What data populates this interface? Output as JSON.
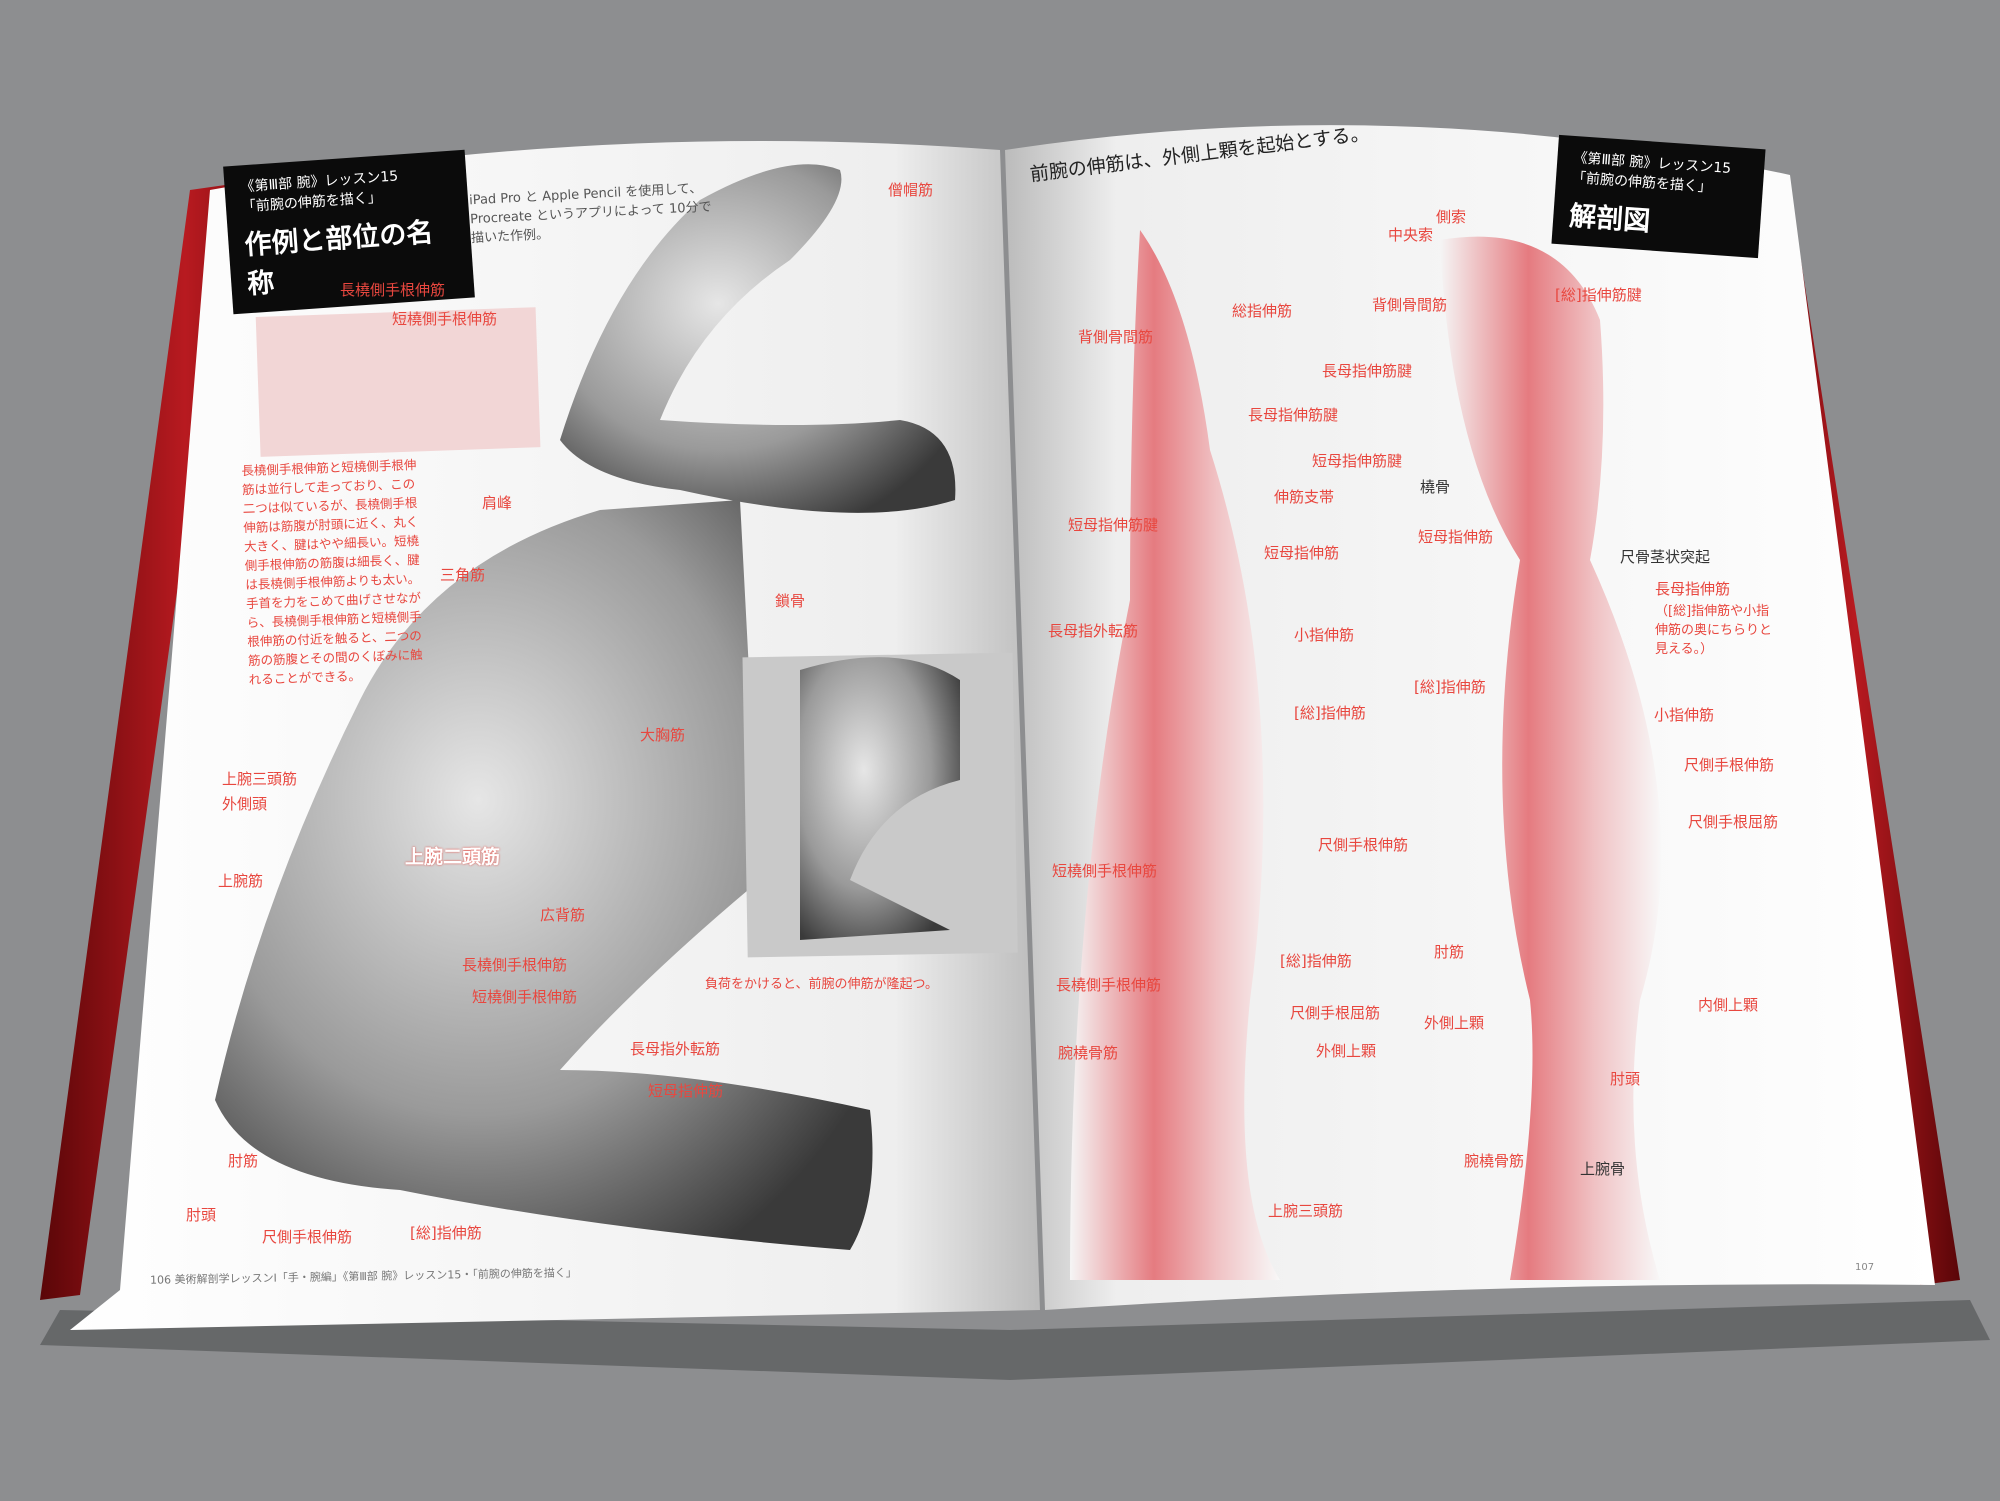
{
  "left_page": {
    "header": {
      "series": "《第Ⅲ部 腕》レッスン15",
      "lesson": "「前腕の伸筋を描く」",
      "title": "作例と部位の名称"
    },
    "intro": [
      "iPad Pro と Apple Pencil を使用して、",
      "Procreate というアプリによって 10分で",
      "描いた作例。"
    ],
    "body_text": "長橈側手根伸筋と短橈側手根伸筋は並行して走っており、この二つは似ているが、長橈側手根伸筋は筋腹が肘頭に近く、丸く大きく、腱はやや細長い。短橈側手根伸筋の筋腹は細長く、腱は長橈側手根伸筋よりも太い。手首を力をこめて曲げさせながら、長橈側手根伸筋と短橈側手根伸筋の付近を触ると、二つの筋の筋腹とその間のくぼみに触れることができる。",
    "caption": "負荷をかけると、前腕の伸筋が隆起つ。",
    "labels": [
      "長橈側手根伸筋",
      "短橈側手根伸筋",
      "僧帽筋",
      "肩峰",
      "三角筋",
      "鎖骨",
      "大胸筋",
      "上腕三頭筋",
      "外側頭",
      "上腕二頭筋",
      "上腕筋",
      "広背筋",
      "長橈側手根伸筋",
      "短橈側手根伸筋",
      "長母指外転筋",
      "短母指伸筋",
      "肘筋",
      "肘頭",
      "尺側手根伸筋",
      "[総]指伸筋"
    ],
    "footer": "美術解剖学レッスンⅠ「手・腕編」《第Ⅲ部 腕》レッスン15・「前腕の伸筋を描く」",
    "page_number": "106"
  },
  "right_page": {
    "headline": "前腕の伸筋は、外側上顆を起始とする。",
    "header": {
      "series": "《第Ⅲ部 腕》レッスン15",
      "lesson": "「前腕の伸筋を描く」",
      "title": "解剖図"
    },
    "labels": [
      "総指伸筋",
      "背側骨間筋",
      "長母指伸筋腱",
      "短母指伸筋腱",
      "伸筋支帯",
      "短母指伸筋",
      "長母指外転筋",
      "小指伸筋",
      "[総]指伸筋",
      "尺側手根伸筋",
      "短橈側手根伸筋",
      "長橈側手根伸筋",
      "[総]指伸筋",
      "尺側手根屈筋",
      "外側上顆",
      "腕橈骨筋",
      "上腕三頭筋",
      "側索",
      "中央索",
      "背側骨間筋",
      "[総]指伸筋腱",
      "長母指伸筋腱",
      "短母指伸筋腱",
      "短母指伸筋",
      "[総]指伸筋",
      "小指伸筋",
      "尺側手根伸筋",
      "尺側手根屈筋",
      "肘筋",
      "外側上顆",
      "内側上顆",
      "肘頭",
      "腕橈骨筋"
    ],
    "dark_labels": [
      "橈骨",
      "尺骨茎状突起",
      "上腕骨"
    ],
    "note": [
      "（[総]指伸筋や小指",
      "伸筋の奥にちらりと",
      "見える。）"
    ],
    "note_label": "長母指伸筋",
    "page_number": "107"
  },
  "colors": {
    "background": "#8d8e90",
    "cover": "#8a0f14",
    "label": "#e8473f",
    "header": "#0b0b0b"
  }
}
